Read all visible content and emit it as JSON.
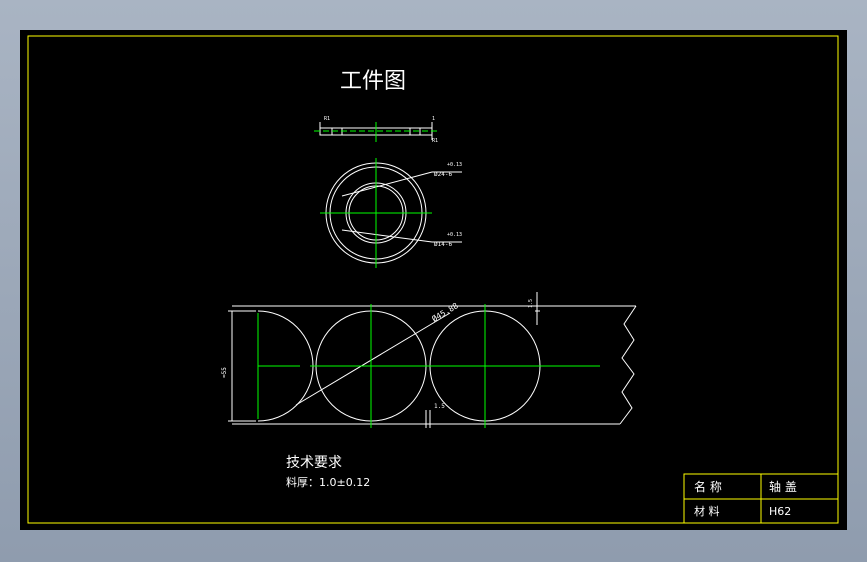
{
  "drawing": {
    "title": "工件图",
    "tech_req_title": "技术要求",
    "tech_req_text": "料厚：1.0±0.12",
    "dim_diameter": "Ø45.88",
    "dim_width": "≈55",
    "dim_pitch_top": "1.5",
    "dim_pitch_bottom": "1.5",
    "dim_outer_tol": "+0.13",
    "dim_outer": "Ø24-6",
    "dim_inner_tol": "+0.13",
    "dim_inner": "Ø14-6",
    "dim_r_left": "R1",
    "dim_r_right": "R1",
    "dim_side_t": "1"
  },
  "title_block": {
    "name_label": "名  称",
    "name_value": "轴  盖",
    "material_label": "材  料",
    "material_value": "H62"
  },
  "colors": {
    "background": "#000000",
    "frame": "#ffff00",
    "geometry": "#ffffff",
    "centerline": "#00ff00",
    "dimension": "#ffffff"
  }
}
